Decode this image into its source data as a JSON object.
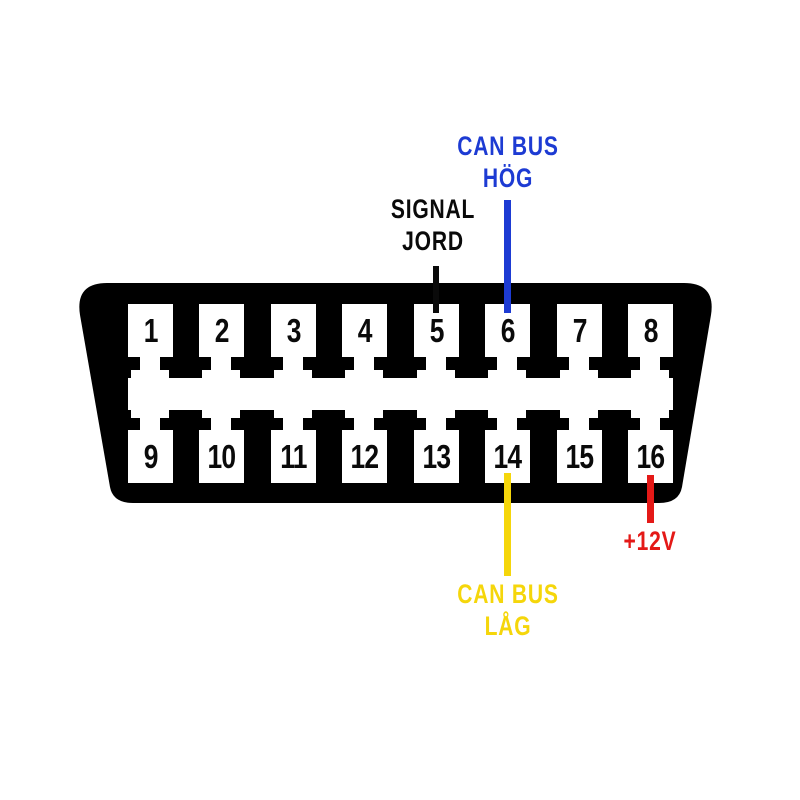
{
  "connector": {
    "top_row_pins": [
      "1",
      "2",
      "3",
      "4",
      "5",
      "6",
      "7",
      "8"
    ],
    "bottom_row_pins": [
      "9",
      "10",
      "11",
      "12",
      "13",
      "14",
      "15",
      "16"
    ]
  },
  "labels": {
    "can_bus_high": {
      "line1": "CAN BUS",
      "line2": "HÖG",
      "color": "#1d3bd3",
      "points_to_pin": "6"
    },
    "signal_ground": {
      "line1": "SIGNAL",
      "line2": "JORD",
      "color": "#0a0a0a",
      "points_to_pin": "5"
    },
    "can_bus_low": {
      "line1": "CAN BUS",
      "line2": "LÅG",
      "color": "#f5d60b",
      "points_to_pin": "14"
    },
    "power_12v": {
      "line1": "+12V",
      "color": "#e41917",
      "points_to_pin": "16"
    }
  },
  "colors": {
    "connector_body": "#000000",
    "pin_fill": "#ffffff",
    "background": "#ffffff"
  }
}
